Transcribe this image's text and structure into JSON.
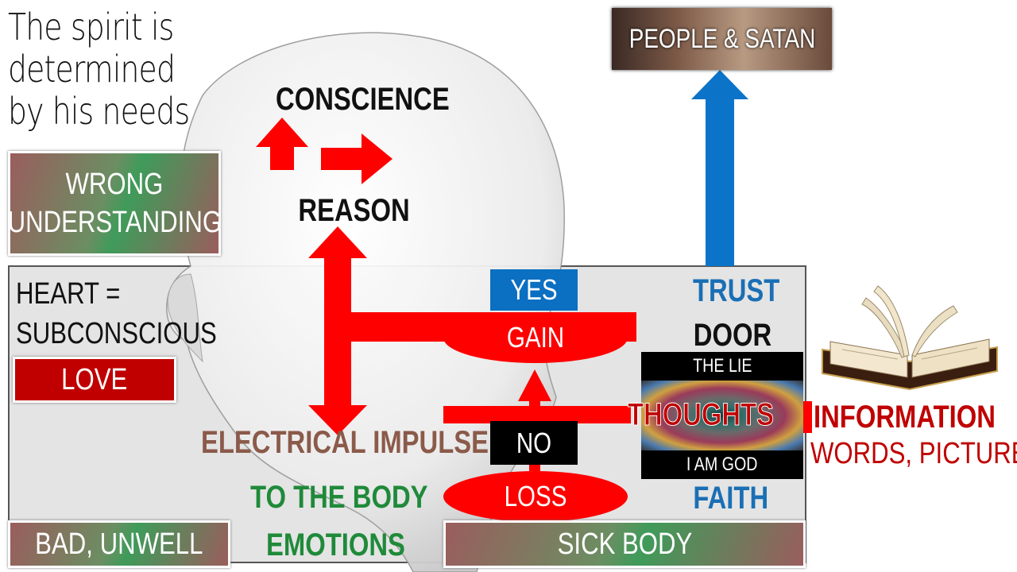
{
  "title_lines": [
    "The spirit is",
    "determined",
    "by his needs"
  ],
  "labels": {
    "conscience": "CONSCIENCE",
    "reason": "REASON",
    "wrong_understanding_line1": "WRONG",
    "wrong_understanding_line2": "UNDERSTANDING",
    "people_satan": "PEOPLE & SATAN",
    "heart_line1": "HEART =",
    "heart_line2": "SUBCONSCIOUS",
    "love": "LOVE",
    "yes": "YES",
    "gain": "GAIN",
    "no": "NO",
    "loss": "LOSS",
    "trust": "TRUST",
    "door": "DOOR",
    "the_lie": "THE LIE",
    "thoughts": "THOUGHTS",
    "i_am_god": "I AM GOD",
    "faith": "FAITH",
    "information": "INFORMATION",
    "words_pictures": "WORDS, PICTURES",
    "electrical_impulse": "ELECTRICAL IMPULSE",
    "to_the_body": "TO THE BODY",
    "emotions": "EMOTIONS",
    "bad_unwell": "BAD, UNWELL",
    "sick_body": "SICK BODY"
  },
  "colors": {
    "red_arrow": "#ff0000",
    "blue_arrow": "#0b74c9",
    "trust_faith": "#1a6fb5",
    "green_text": "#1f8a3a",
    "brown_text": "#8b5a4a",
    "information": "#c00000",
    "love_box": "#c00000",
    "yes_box": "#0b6fc2"
  }
}
